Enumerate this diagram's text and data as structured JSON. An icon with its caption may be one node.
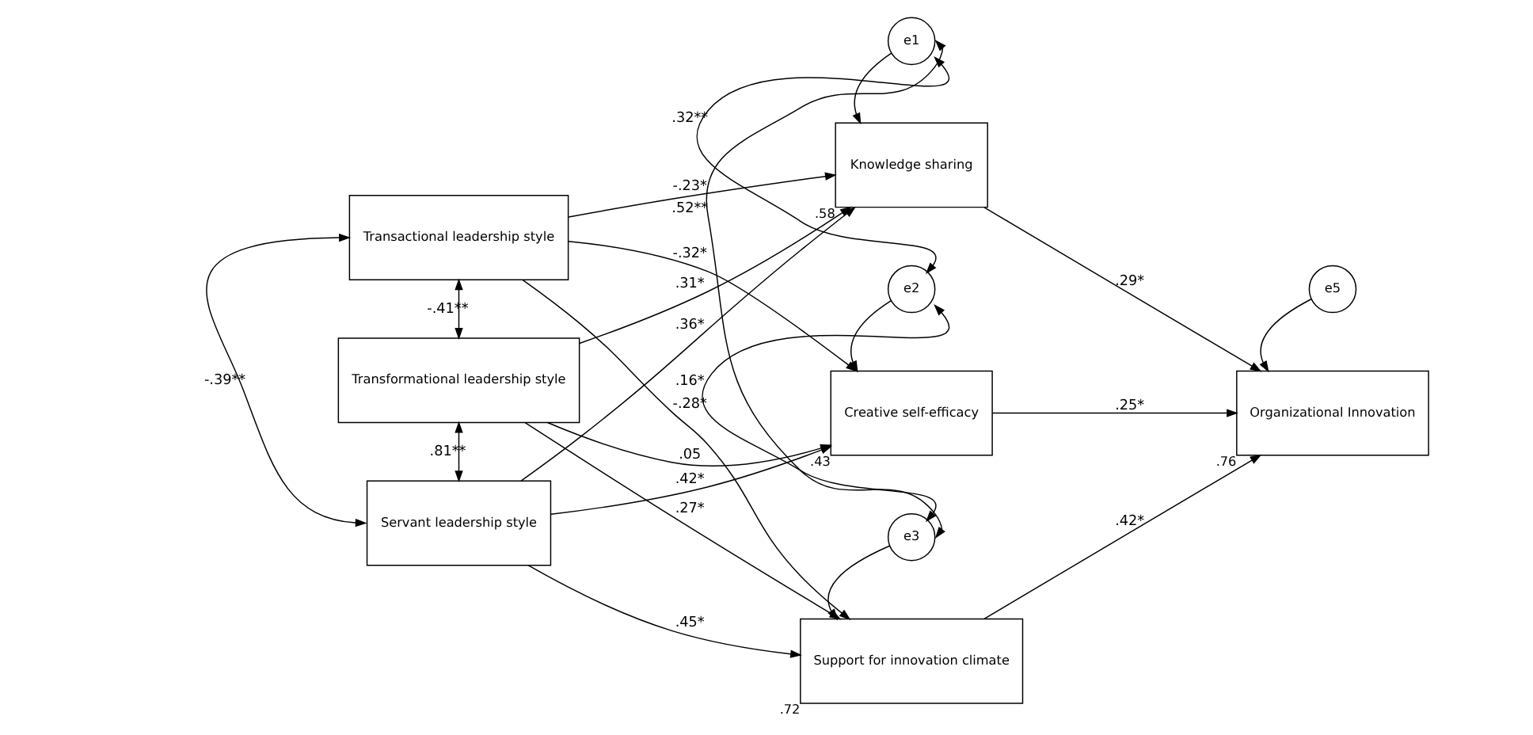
{
  "diagram": {
    "nodes": [
      {
        "text": [
          "Transactional leadership style"
        ]
      },
      {
        "text": [
          "Transformational leadership style"
        ]
      },
      {
        "text": [
          "Servant leadership style"
        ]
      },
      {
        "text": [
          "e1"
        ]
      },
      {
        "text": [
          "Knowledge sharing"
        ],
        "beside": [
          ".58"
        ]
      },
      {
        "text": [
          "e2"
        ]
      },
      {
        "text": [
          "Creative self-efficacy"
        ],
        "beside": [
          ".43"
        ]
      },
      {
        "text": [
          "e3"
        ]
      },
      {
        "text": [
          "Support for innovation climate"
        ],
        "beside": [
          ".72"
        ]
      },
      {
        "text": [
          "e5"
        ]
      },
      {
        "text": [
          "Organizational Innovation"
        ],
        "beside": [
          ".76"
        ]
      }
    ],
    "edges": [
      {
        "from": 0,
        "to": 4,
        "arrow": "to",
        "label": "-.23*"
      },
      {
        "from": 1,
        "to": 4,
        "arrow": "to",
        "label": ".31*"
      },
      {
        "from": 2,
        "to": 4,
        "arrow": "to",
        "label": ".36*"
      },
      {
        "from": 0,
        "to": 6,
        "arrow": "to",
        "label": "-.32*"
      },
      {
        "from": 1,
        "to": 6,
        "arrow": "to",
        "label": ".05"
      },
      {
        "from": 2,
        "to": 6,
        "arrow": "to",
        "label": ".42*"
      },
      {
        "from": 0,
        "to": 8,
        "arrow": "to",
        "label": "-.28*"
      },
      {
        "from": 1,
        "to": 8,
        "arrow": "to",
        "label": ".27*"
      },
      {
        "from": 2,
        "to": 8,
        "arrow": "to",
        "label": ".45*"
      },
      {
        "from": 0,
        "to": 1,
        "arrow": "both",
        "label": "-.41**"
      },
      {
        "from": 1,
        "to": 2,
        "arrow": "both",
        "label": ".81**"
      },
      {
        "from": 0,
        "to": 2,
        "arrow": "both",
        "label": "-.39**"
      },
      {
        "from": 3,
        "to": 4,
        "arrow": "to"
      },
      {
        "from": 5,
        "to": 6,
        "arrow": "to"
      },
      {
        "from": 7,
        "to": 8,
        "arrow": "to"
      },
      {
        "from": 9,
        "to": 10,
        "arrow": "to"
      },
      {
        "from": 3,
        "to": 5,
        "arrow": "both",
        "label": ".32**"
      },
      {
        "from": 5,
        "to": 7,
        "arrow": "both",
        "label": ".16*"
      },
      {
        "from": 3,
        "to": 7,
        "arrow": "both",
        "label": ".52**"
      },
      {
        "from": 4,
        "to": 10,
        "arrow": "to",
        "label": ".29*"
      },
      {
        "from": 6,
        "to": 10,
        "arrow": "to",
        "label": ".25*"
      },
      {
        "from": 8,
        "to": 10,
        "arrow": "to",
        "label": ".42*"
      }
    ]
  }
}
